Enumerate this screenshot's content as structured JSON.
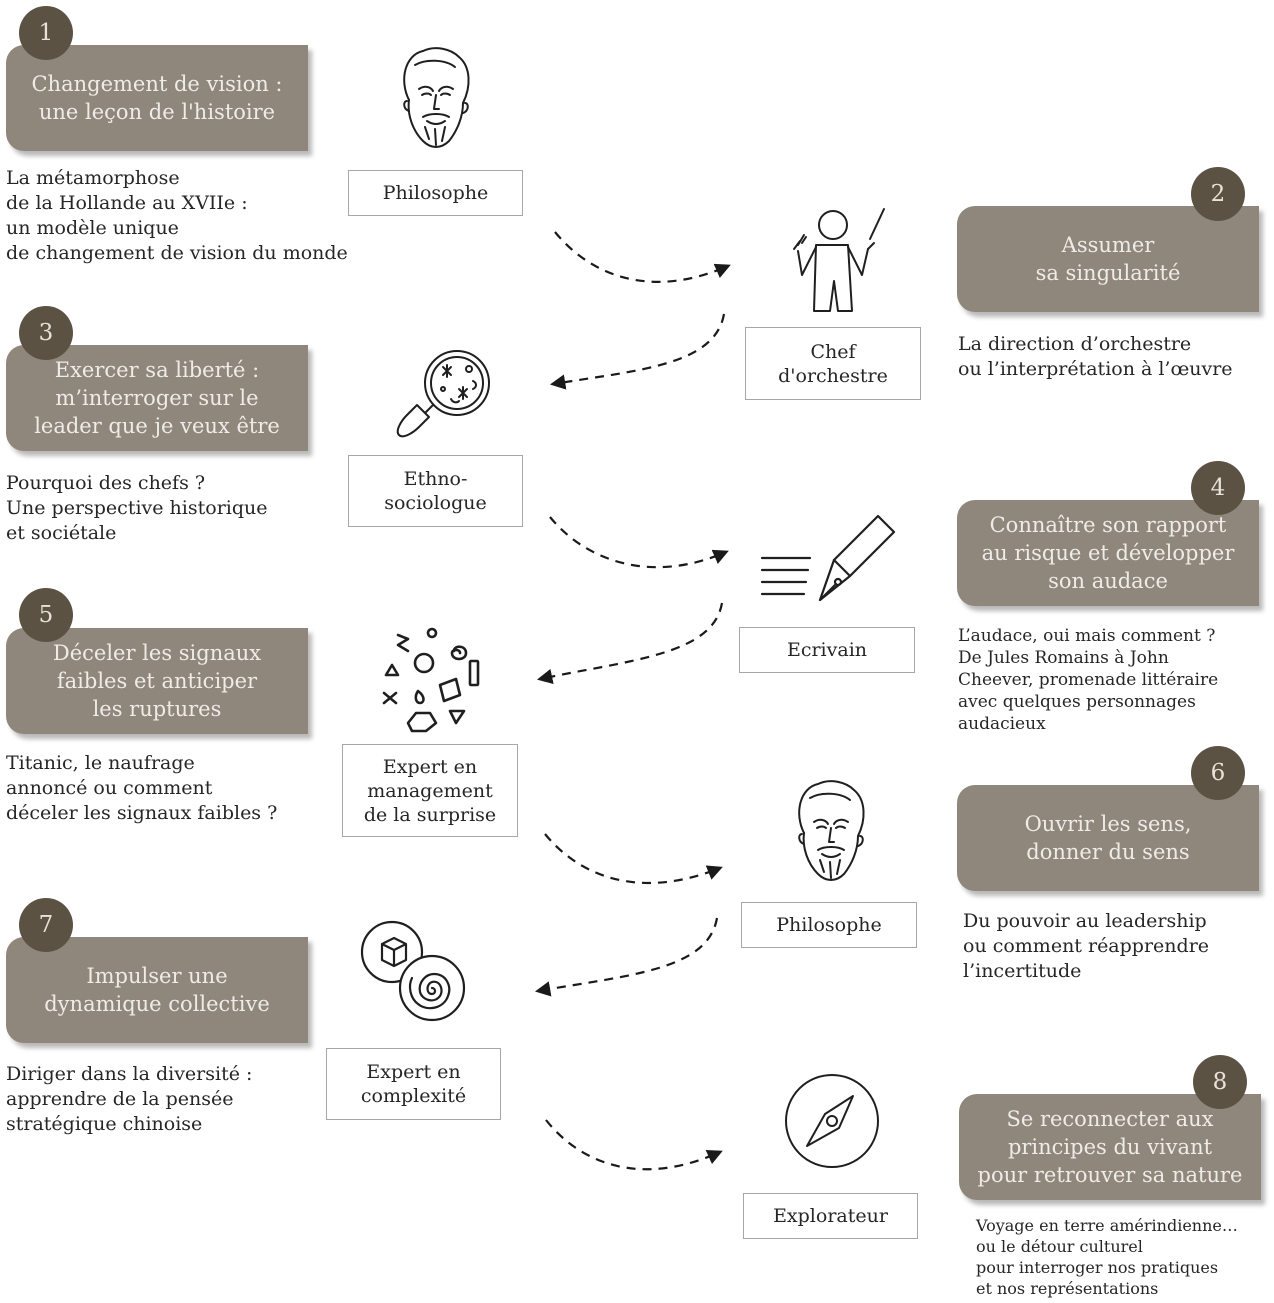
{
  "steps": [
    {
      "number": "1",
      "title": [
        "Changement de vision :",
        "une leçon de l'histoire"
      ],
      "description": [
        "La métamorphose",
        "de la Hollande au XVIIe :",
        "un modèle unique",
        "de changement de vision du monde"
      ]
    },
    {
      "number": "2",
      "title": [
        "Assumer",
        "sa singularité"
      ],
      "description": [
        "La direction d’orchestre",
        "ou l’interprétation à l’œuvre"
      ]
    },
    {
      "number": "3",
      "title": [
        "Exercer sa liberté :",
        "m’interroger sur le",
        "leader que je veux être"
      ],
      "description": [
        "Pourquoi des chefs ?",
        "Une perspective historique",
        "et sociétale"
      ]
    },
    {
      "number": "4",
      "title": [
        "Connaître son rapport",
        "au risque et développer",
        "son audace"
      ],
      "description": [
        "L’audace, oui mais comment ?",
        "De Jules Romains à John",
        "Cheever, promenade littéraire",
        "avec quelques personnages",
        "audacieux"
      ]
    },
    {
      "number": "5",
      "title": [
        "Déceler les signaux",
        "faibles et anticiper",
        "les ruptures"
      ],
      "description": [
        "Titanic, le naufrage",
        "annoncé ou comment",
        "déceler les signaux faibles ?"
      ]
    },
    {
      "number": "6",
      "title": [
        "Ouvrir les sens,",
        "donner du sens"
      ],
      "description": [
        "Du pouvoir au leadership",
        "ou comment réapprendre",
        "l’incertitude"
      ]
    },
    {
      "number": "7",
      "title": [
        "Impulser une",
        "dynamique collective"
      ],
      "description": [
        "Diriger dans la diversité :",
        "apprendre de la pensée",
        "stratégique chinoise"
      ]
    },
    {
      "number": "8",
      "title": [
        "Se reconnecter aux",
        "principes du vivant",
        "pour retrouver sa nature"
      ],
      "description": [
        "Voyage en terre amérindienne…",
        "ou le détour culturel",
        "pour interroger nos pratiques",
        "et nos représentations"
      ]
    }
  ],
  "roles": [
    {
      "label": [
        "Philosophe"
      ],
      "icon": "philosopher-icon"
    },
    {
      "label": [
        "Chef",
        "d'orchestre"
      ],
      "icon": "conductor-icon"
    },
    {
      "label": [
        "Ethno-",
        "sociologue"
      ],
      "icon": "magnifier-microbes-icon"
    },
    {
      "label": [
        "Ecrivain"
      ],
      "icon": "fountain-pen-icon"
    },
    {
      "label": [
        "Expert en",
        "management",
        "de la surprise"
      ],
      "icon": "scattered-shapes-icon"
    },
    {
      "label": [
        "Philosophe"
      ],
      "icon": "philosopher-icon"
    },
    {
      "label": [
        "Expert en",
        "complexité"
      ],
      "icon": "cube-spiral-icon"
    },
    {
      "label": [
        "Explorateur"
      ],
      "icon": "compass-icon"
    }
  ],
  "colors": {
    "box": "#8f867c",
    "badge": "#5b5244",
    "box_text": "#efece8",
    "line": "#1a1a1a"
  }
}
